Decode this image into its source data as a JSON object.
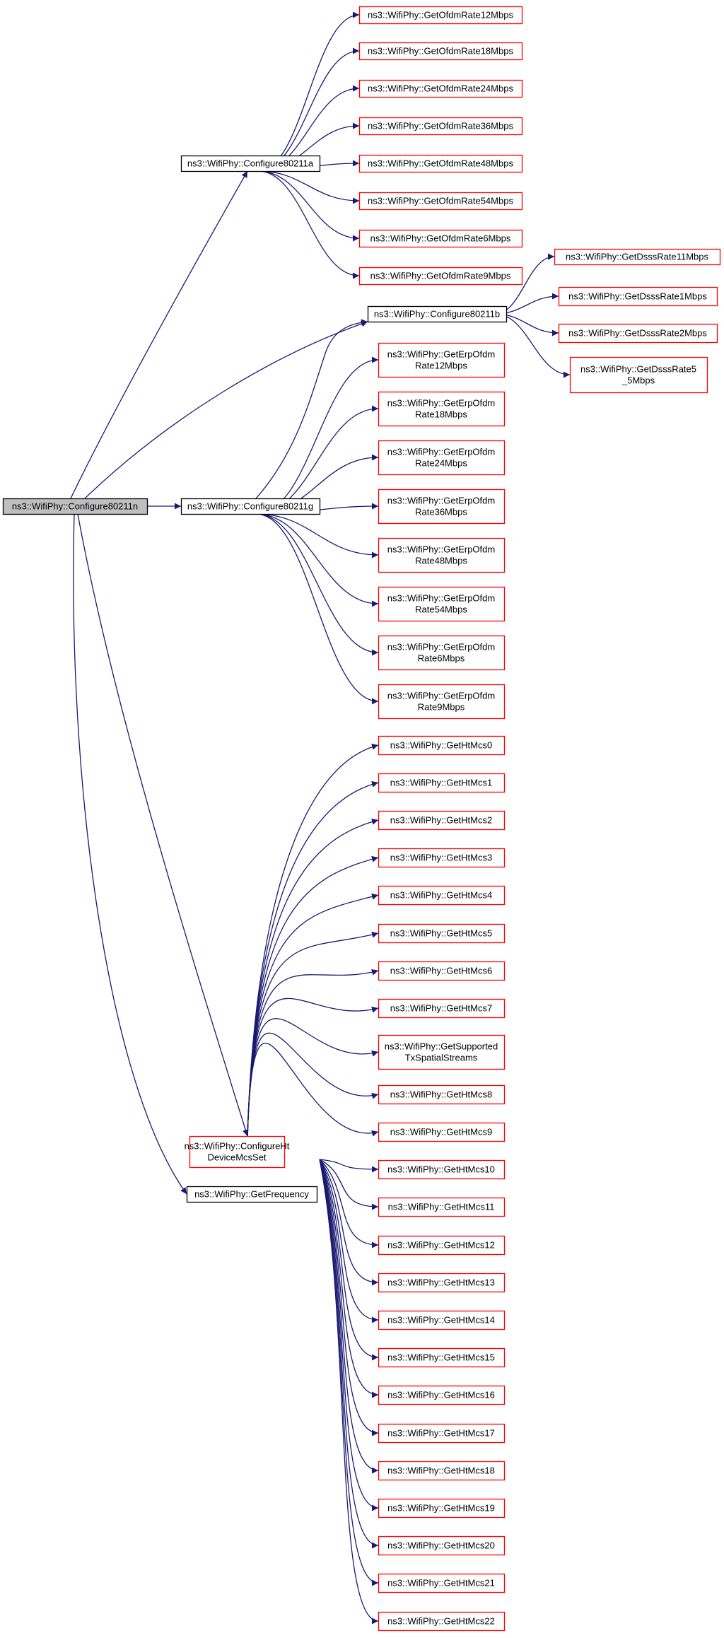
{
  "colors": {
    "edge": "#191970",
    "node_border_documented": "#000000",
    "node_border_undocumented": "#ff0000",
    "root_fill": "#bfbfbf",
    "node_fill": "#ffffff"
  },
  "nodes": [
    {
      "id": "configure80211n",
      "lines": [
        "ns3::WifiPhy::Configure80211n"
      ],
      "style": "root"
    },
    {
      "id": "configure80211a",
      "lines": [
        "ns3::WifiPhy::Configure80211a"
      ],
      "style": "documented"
    },
    {
      "id": "configure80211b",
      "lines": [
        "ns3::WifiPhy::Configure80211b"
      ],
      "style": "documented"
    },
    {
      "id": "configure80211g",
      "lines": [
        "ns3::WifiPhy::Configure80211g"
      ],
      "style": "documented"
    },
    {
      "id": "configureht",
      "lines": [
        "ns3::WifiPhy::ConfigureHt",
        "DeviceMcsSet"
      ],
      "style": "undocumented"
    },
    {
      "id": "getfrequency",
      "lines": [
        "ns3::WifiPhy::GetFrequency"
      ],
      "style": "documented"
    },
    {
      "id": "ofdm12",
      "lines": [
        "ns3::WifiPhy::GetOfdmRate12Mbps"
      ],
      "style": "undocumented"
    },
    {
      "id": "ofdm18",
      "lines": [
        "ns3::WifiPhy::GetOfdmRate18Mbps"
      ],
      "style": "undocumented"
    },
    {
      "id": "ofdm24",
      "lines": [
        "ns3::WifiPhy::GetOfdmRate24Mbps"
      ],
      "style": "undocumented"
    },
    {
      "id": "ofdm36",
      "lines": [
        "ns3::WifiPhy::GetOfdmRate36Mbps"
      ],
      "style": "undocumented"
    },
    {
      "id": "ofdm48",
      "lines": [
        "ns3::WifiPhy::GetOfdmRate48Mbps"
      ],
      "style": "undocumented"
    },
    {
      "id": "ofdm54",
      "lines": [
        "ns3::WifiPhy::GetOfdmRate54Mbps"
      ],
      "style": "undocumented"
    },
    {
      "id": "ofdm6",
      "lines": [
        "ns3::WifiPhy::GetOfdmRate6Mbps"
      ],
      "style": "undocumented"
    },
    {
      "id": "ofdm9",
      "lines": [
        "ns3::WifiPhy::GetOfdmRate9Mbps"
      ],
      "style": "undocumented"
    },
    {
      "id": "dsss11",
      "lines": [
        "ns3::WifiPhy::GetDsssRate11Mbps"
      ],
      "style": "undocumented"
    },
    {
      "id": "dsss1",
      "lines": [
        "ns3::WifiPhy::GetDsssRate1Mbps"
      ],
      "style": "undocumented"
    },
    {
      "id": "dsss2",
      "lines": [
        "ns3::WifiPhy::GetDsssRate2Mbps"
      ],
      "style": "undocumented"
    },
    {
      "id": "dsss55",
      "lines": [
        "ns3::WifiPhy::GetDsssRate5",
        "_5Mbps"
      ],
      "style": "undocumented"
    },
    {
      "id": "erp12",
      "lines": [
        "ns3::WifiPhy::GetErpOfdm",
        "Rate12Mbps"
      ],
      "style": "undocumented"
    },
    {
      "id": "erp18",
      "lines": [
        "ns3::WifiPhy::GetErpOfdm",
        "Rate18Mbps"
      ],
      "style": "undocumented"
    },
    {
      "id": "erp24",
      "lines": [
        "ns3::WifiPhy::GetErpOfdm",
        "Rate24Mbps"
      ],
      "style": "undocumented"
    },
    {
      "id": "erp36",
      "lines": [
        "ns3::WifiPhy::GetErpOfdm",
        "Rate36Mbps"
      ],
      "style": "undocumented"
    },
    {
      "id": "erp48",
      "lines": [
        "ns3::WifiPhy::GetErpOfdm",
        "Rate48Mbps"
      ],
      "style": "undocumented"
    },
    {
      "id": "erp54",
      "lines": [
        "ns3::WifiPhy::GetErpOfdm",
        "Rate54Mbps"
      ],
      "style": "undocumented"
    },
    {
      "id": "erp6",
      "lines": [
        "ns3::WifiPhy::GetErpOfdm",
        "Rate6Mbps"
      ],
      "style": "undocumented"
    },
    {
      "id": "erp9",
      "lines": [
        "ns3::WifiPhy::GetErpOfdm",
        "Rate9Mbps"
      ],
      "style": "undocumented"
    },
    {
      "id": "ht0",
      "lines": [
        "ns3::WifiPhy::GetHtMcs0"
      ],
      "style": "undocumented"
    },
    {
      "id": "ht1",
      "lines": [
        "ns3::WifiPhy::GetHtMcs1"
      ],
      "style": "undocumented"
    },
    {
      "id": "ht2",
      "lines": [
        "ns3::WifiPhy::GetHtMcs2"
      ],
      "style": "undocumented"
    },
    {
      "id": "ht3",
      "lines": [
        "ns3::WifiPhy::GetHtMcs3"
      ],
      "style": "undocumented"
    },
    {
      "id": "ht4",
      "lines": [
        "ns3::WifiPhy::GetHtMcs4"
      ],
      "style": "undocumented"
    },
    {
      "id": "ht5",
      "lines": [
        "ns3::WifiPhy::GetHtMcs5"
      ],
      "style": "undocumented"
    },
    {
      "id": "ht6",
      "lines": [
        "ns3::WifiPhy::GetHtMcs6"
      ],
      "style": "undocumented"
    },
    {
      "id": "ht7",
      "lines": [
        "ns3::WifiPhy::GetHtMcs7"
      ],
      "style": "undocumented"
    },
    {
      "id": "getsupported",
      "lines": [
        "ns3::WifiPhy::GetSupported",
        "TxSpatialStreams"
      ],
      "style": "undocumented"
    },
    {
      "id": "ht8",
      "lines": [
        "ns3::WifiPhy::GetHtMcs8"
      ],
      "style": "undocumented"
    },
    {
      "id": "ht9",
      "lines": [
        "ns3::WifiPhy::GetHtMcs9"
      ],
      "style": "undocumented"
    },
    {
      "id": "ht10",
      "lines": [
        "ns3::WifiPhy::GetHtMcs10"
      ],
      "style": "undocumented"
    },
    {
      "id": "ht11",
      "lines": [
        "ns3::WifiPhy::GetHtMcs11"
      ],
      "style": "undocumented"
    },
    {
      "id": "ht12",
      "lines": [
        "ns3::WifiPhy::GetHtMcs12"
      ],
      "style": "undocumented"
    },
    {
      "id": "ht13",
      "lines": [
        "ns3::WifiPhy::GetHtMcs13"
      ],
      "style": "undocumented"
    },
    {
      "id": "ht14",
      "lines": [
        "ns3::WifiPhy::GetHtMcs14"
      ],
      "style": "undocumented"
    },
    {
      "id": "ht15",
      "lines": [
        "ns3::WifiPhy::GetHtMcs15"
      ],
      "style": "undocumented"
    },
    {
      "id": "ht16",
      "lines": [
        "ns3::WifiPhy::GetHtMcs16"
      ],
      "style": "undocumented"
    },
    {
      "id": "ht17",
      "lines": [
        "ns3::WifiPhy::GetHtMcs17"
      ],
      "style": "undocumented"
    },
    {
      "id": "ht18",
      "lines": [
        "ns3::WifiPhy::GetHtMcs18"
      ],
      "style": "undocumented"
    },
    {
      "id": "ht19",
      "lines": [
        "ns3::WifiPhy::GetHtMcs19"
      ],
      "style": "undocumented"
    },
    {
      "id": "ht20",
      "lines": [
        "ns3::WifiPhy::GetHtMcs20"
      ],
      "style": "undocumented"
    },
    {
      "id": "ht21",
      "lines": [
        "ns3::WifiPhy::GetHtMcs21"
      ],
      "style": "undocumented"
    },
    {
      "id": "ht22",
      "lines": [
        "ns3::WifiPhy::GetHtMcs22"
      ],
      "style": "undocumented"
    }
  ],
  "edges": [
    [
      "configure80211n",
      "configure80211a"
    ],
    [
      "configure80211n",
      "configure80211b"
    ],
    [
      "configure80211n",
      "configure80211g"
    ],
    [
      "configure80211n",
      "configureht"
    ],
    [
      "configure80211n",
      "getfrequency"
    ],
    [
      "configure80211a",
      "ofdm12"
    ],
    [
      "configure80211a",
      "ofdm18"
    ],
    [
      "configure80211a",
      "ofdm24"
    ],
    [
      "configure80211a",
      "ofdm36"
    ],
    [
      "configure80211a",
      "ofdm48"
    ],
    [
      "configure80211a",
      "ofdm54"
    ],
    [
      "configure80211a",
      "ofdm6"
    ],
    [
      "configure80211a",
      "ofdm9"
    ],
    [
      "configure80211b",
      "dsss11"
    ],
    [
      "configure80211b",
      "dsss1"
    ],
    [
      "configure80211b",
      "dsss2"
    ],
    [
      "configure80211b",
      "dsss55"
    ],
    [
      "configure80211g",
      "configure80211b"
    ],
    [
      "configure80211g",
      "erp12"
    ],
    [
      "configure80211g",
      "erp18"
    ],
    [
      "configure80211g",
      "erp24"
    ],
    [
      "configure80211g",
      "erp36"
    ],
    [
      "configure80211g",
      "erp48"
    ],
    [
      "configure80211g",
      "erp54"
    ],
    [
      "configure80211g",
      "erp6"
    ],
    [
      "configure80211g",
      "erp9"
    ],
    [
      "configureht",
      "ht0"
    ],
    [
      "configureht",
      "ht1"
    ],
    [
      "configureht",
      "ht2"
    ],
    [
      "configureht",
      "ht3"
    ],
    [
      "configureht",
      "ht4"
    ],
    [
      "configureht",
      "ht5"
    ],
    [
      "configureht",
      "ht6"
    ],
    [
      "configureht",
      "ht7"
    ],
    [
      "configureht",
      "getsupported"
    ],
    [
      "configureht",
      "ht8"
    ],
    [
      "configureht",
      "ht9"
    ],
    [
      "configureht",
      "ht10"
    ],
    [
      "configureht",
      "ht11"
    ],
    [
      "configureht",
      "ht12"
    ],
    [
      "configureht",
      "ht13"
    ],
    [
      "configureht",
      "ht14"
    ],
    [
      "configureht",
      "ht15"
    ],
    [
      "configureht",
      "ht16"
    ],
    [
      "configureht",
      "ht17"
    ],
    [
      "configureht",
      "ht18"
    ],
    [
      "configureht",
      "ht19"
    ],
    [
      "configureht",
      "ht20"
    ],
    [
      "configureht",
      "ht21"
    ],
    [
      "configureht",
      "ht22"
    ]
  ]
}
